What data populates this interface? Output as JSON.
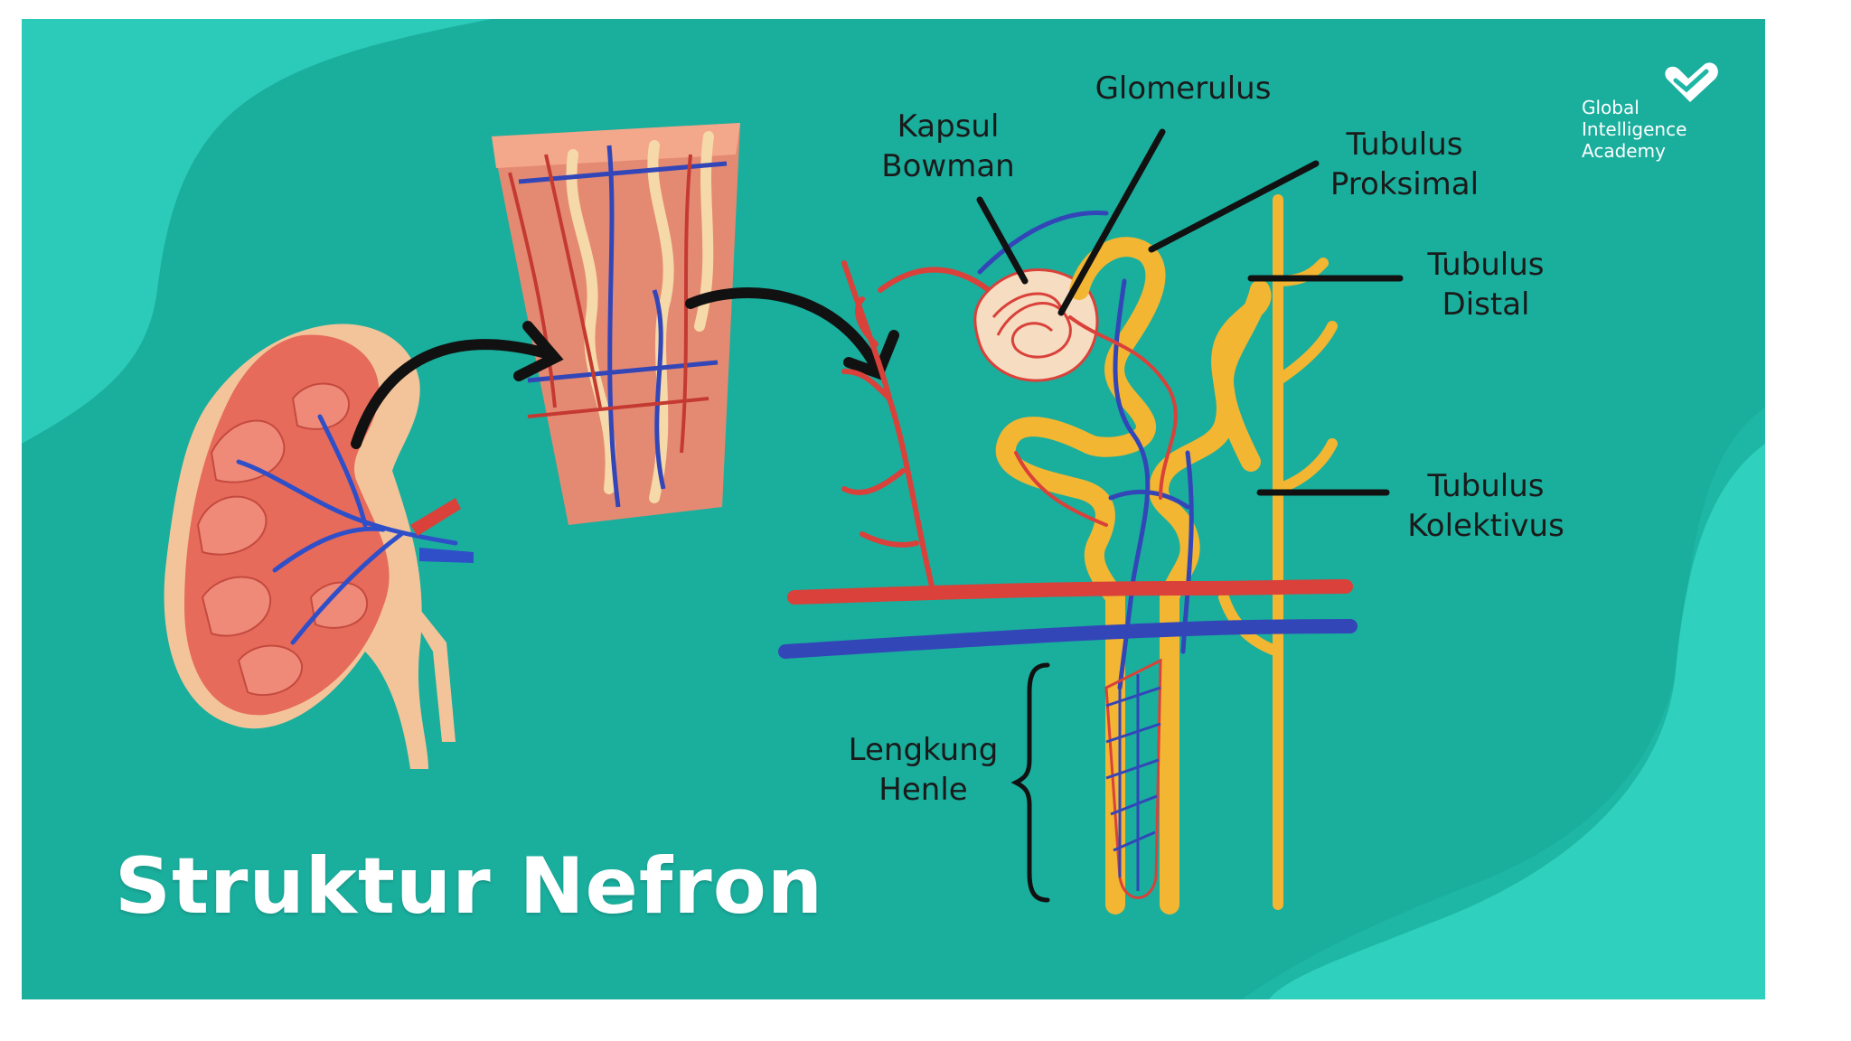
{
  "title": "Struktur Nefron",
  "brand": {
    "lines": [
      "Global",
      "Intelligence",
      "Academy"
    ],
    "icon": "heart-check-icon"
  },
  "labels": {
    "glomerulus": [
      "Glomerulus"
    ],
    "kapsul_bowman": [
      "Kapsul",
      "Bowman"
    ],
    "tubulus_proksimal": [
      "Tubulus",
      "Proksimal"
    ],
    "tubulus_distal": [
      "Tubulus",
      "Distal"
    ],
    "tubulus_kolektivus": [
      "Tubulus",
      "Kolektivus"
    ],
    "lengkung_henle": [
      "Lengkung",
      "Henle"
    ]
  },
  "colors": {
    "background": "#1eb7a6",
    "background_light": "#2fd0bd",
    "artery": "#d9413a",
    "vein": "#3346b8",
    "tubule": "#f2b632",
    "tissue": "#e58a72",
    "title_text": "#ffffff",
    "label_text": "#1a1a1a"
  }
}
